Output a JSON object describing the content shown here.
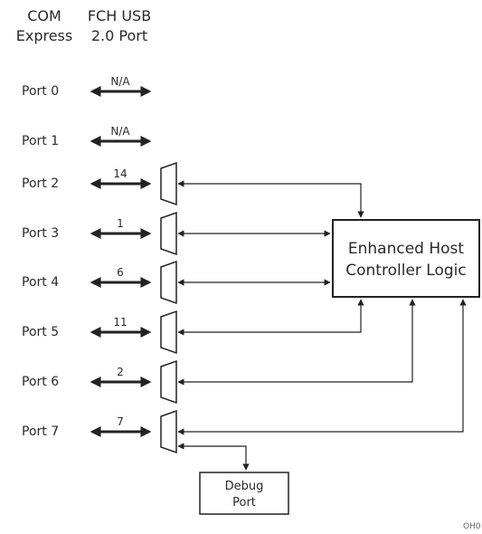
{
  "headers": {
    "com_express": [
      "COM",
      "Express"
    ],
    "fch_usb": [
      "FCH USB",
      "2.0 Port"
    ]
  },
  "ports": [
    {
      "label": "Port 0",
      "fch": "N/A"
    },
    {
      "label": "Port 1",
      "fch": "N/A"
    },
    {
      "label": "Port 2",
      "fch": "14"
    },
    {
      "label": "Port 3",
      "fch": "1"
    },
    {
      "label": "Port 4",
      "fch": "6"
    },
    {
      "label": "Port 5",
      "fch": "11"
    },
    {
      "label": "Port 6",
      "fch": "2"
    },
    {
      "label": "Port 7",
      "fch": "7"
    }
  ],
  "ehci": {
    "line1": "Enhanced Host",
    "line2": "Controller Logic"
  },
  "debug": {
    "line1": "Debug",
    "line2": "Port"
  },
  "figure_id": "OH0"
}
